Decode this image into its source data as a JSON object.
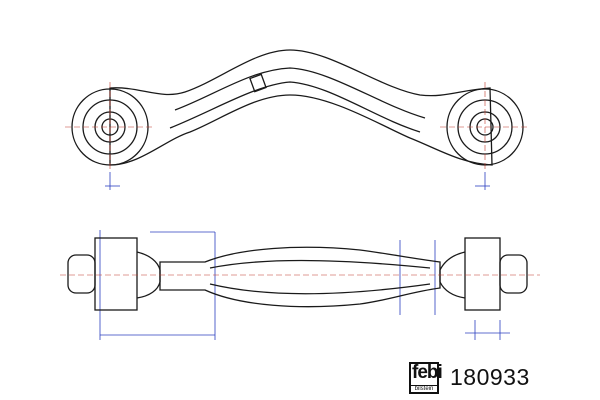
{
  "brand": {
    "logo_text": "febi",
    "logo_subtext": "bilstein"
  },
  "part_number": "180933",
  "colors": {
    "line": "#1a1a1a",
    "dimension": "#2b3fbf",
    "centerline": "#c0392b"
  }
}
